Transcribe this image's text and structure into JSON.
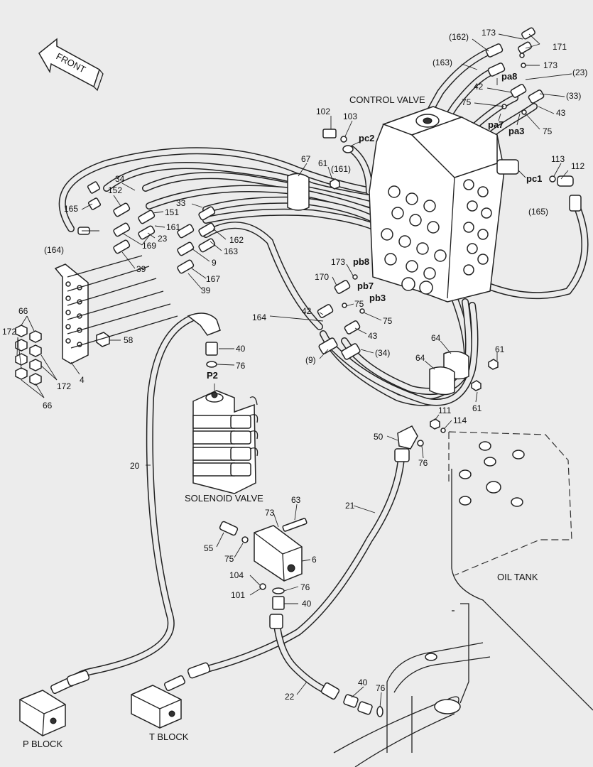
{
  "titles": {
    "control_valve": "CONTROL VALVE",
    "solenoid_valve": "SOLENOID VALVE",
    "oil_tank": "OIL TANK",
    "p_block": "P BLOCK",
    "t_block": "T BLOCK",
    "front": "FRONT"
  },
  "ports": {
    "pc1": "pc1",
    "pc2": "pc2",
    "pa3": "pa3",
    "pa7": "pa7",
    "pa8": "pa8",
    "pb3": "pb3",
    "pb7": "pb7",
    "pb8": "pb8",
    "p2": "P2"
  },
  "labels": {
    "l162p": "(162)",
    "l163p": "(163)",
    "l173a": "173",
    "l171": "171",
    "l173b": "173",
    "l23p": "(23)",
    "l33p": "(33)",
    "l43a": "43",
    "l75a": "75",
    "l75b": "75",
    "l42a": "42",
    "l102": "102",
    "l103": "103",
    "l161p": "(161)",
    "l67": "67",
    "l61a": "61",
    "l113": "113",
    "l112": "112",
    "l165p": "(165)",
    "l34": "34",
    "l152": "152",
    "l165": "165",
    "l164p": "(164)",
    "l151": "151",
    "l33": "33",
    "l23": "23",
    "l161": "161",
    "l169": "169",
    "l162": "162",
    "l163": "163",
    "l9": "9",
    "l39a": "39",
    "l167": "167",
    "l39b": "39",
    "l66a": "66",
    "l172a": "172",
    "l58": "58",
    "l172b": "172",
    "l4": "4",
    "l66b": "66",
    "l173c": "173",
    "l170": "170",
    "l164": "164",
    "l75c": "75",
    "l42b": "42",
    "l75d": "75",
    "l43b": "43",
    "l9p": "(9)",
    "l34p": "(34)",
    "l64a": "64",
    "l61b": "61",
    "l64b": "64",
    "l61c": "61",
    "l40a": "40",
    "l76a": "76",
    "l111": "111",
    "l114": "114",
    "l50": "50",
    "l76b": "76",
    "l20": "20",
    "l21": "21",
    "l63": "63",
    "l73": "73",
    "l55": "55",
    "l75e": "75",
    "l6": "6",
    "l104": "104",
    "l76c": "76",
    "l101": "101",
    "l40b": "40",
    "l22": "22",
    "l40c": "40",
    "l76d": "76"
  }
}
